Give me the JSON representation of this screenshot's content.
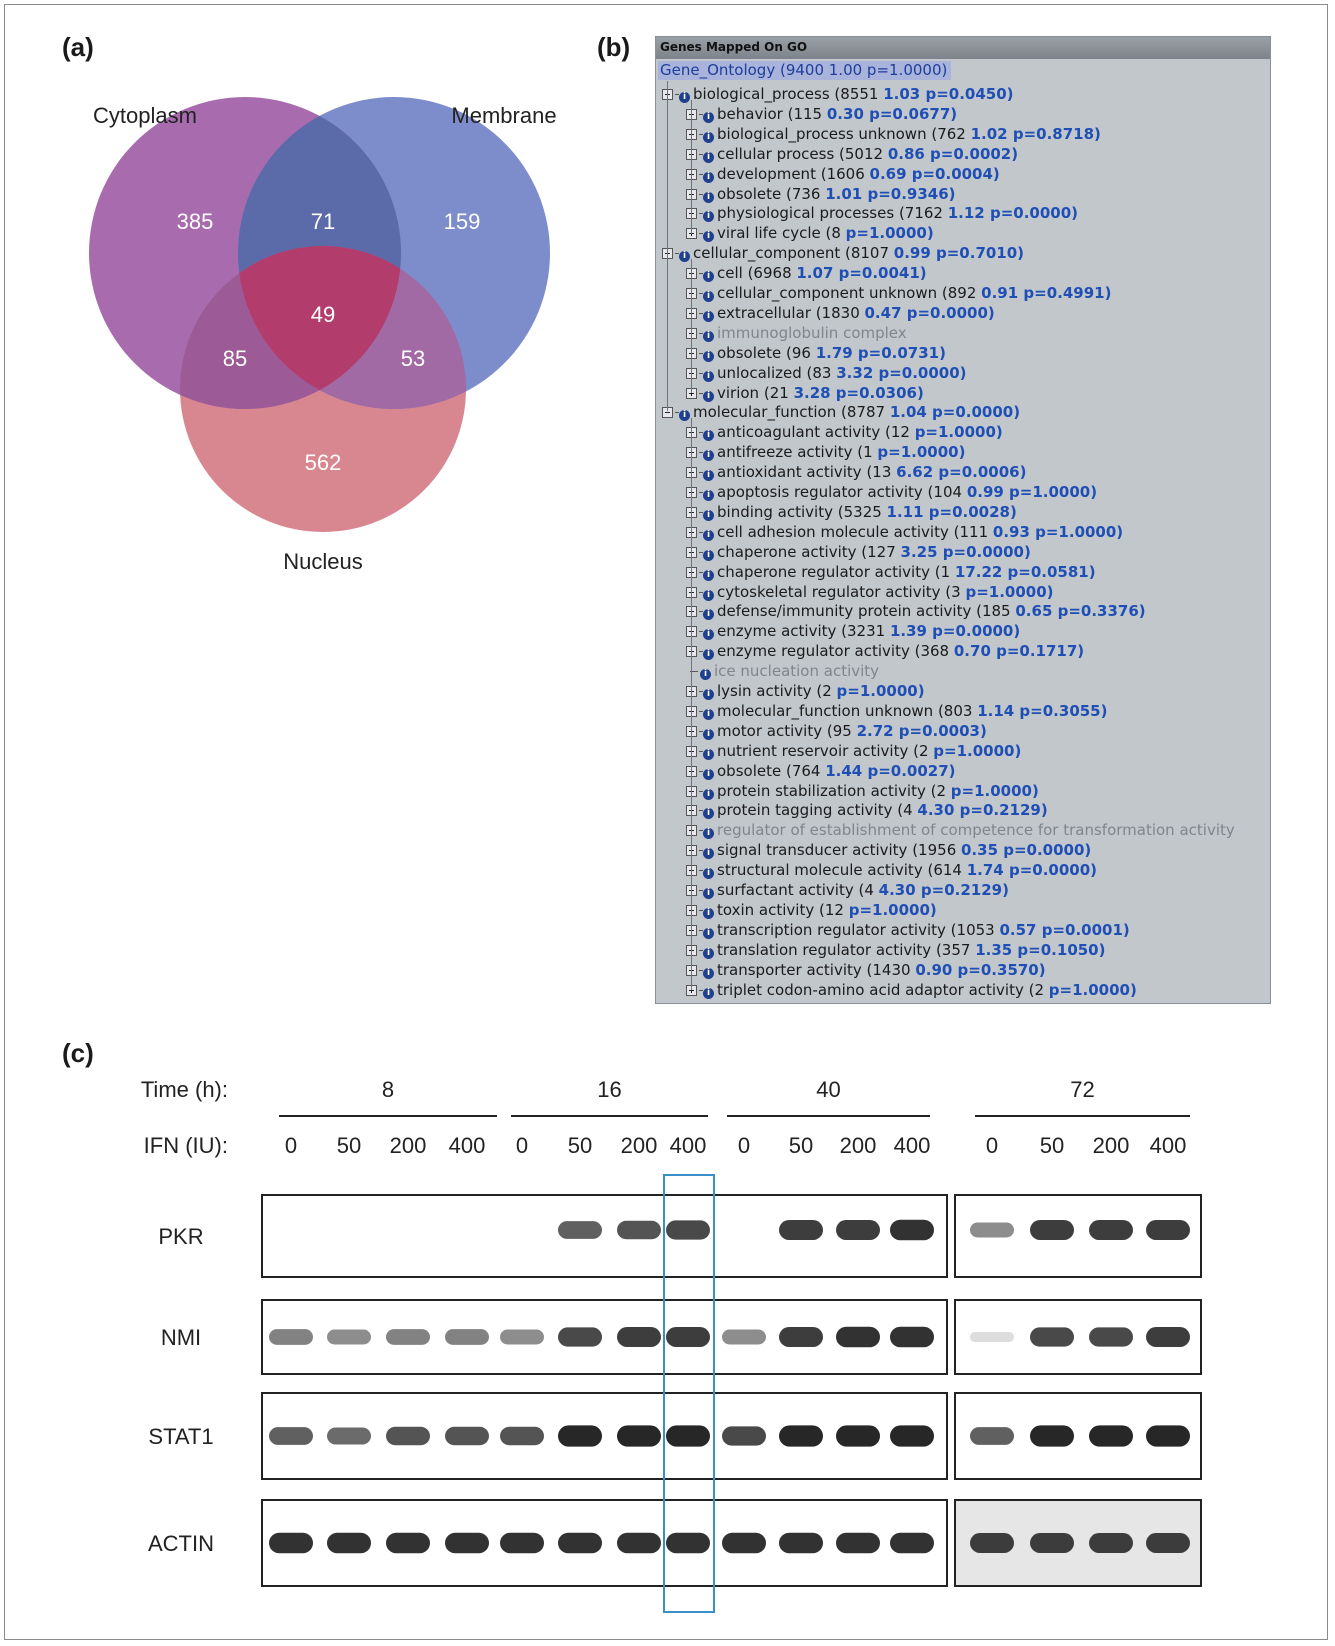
{
  "panels": {
    "a": "(a)",
    "b": "(b)",
    "c": "(c)"
  },
  "venn": {
    "labels": {
      "cytoplasm": "Cytoplasm",
      "membrane": "Membrane",
      "nucleus": "Nucleus"
    },
    "counts": {
      "cytoplasm_only": "385",
      "membrane_only": "159",
      "nucleus_only": "562",
      "cyto_membrane": "71",
      "cyto_nucleus": "85",
      "membrane_nucleus": "53",
      "all_three": "49"
    },
    "colors": {
      "cytoplasm": "#9b4d9e",
      "membrane": "#7587c7",
      "nucleus": "#d4707c"
    }
  },
  "go": {
    "header": "Genes Mapped On GO",
    "root": "Gene_Ontology (9400 1.00 p=1.0000)",
    "rows": [
      {
        "lvl": 1,
        "exp": "minus",
        "name": "biological_process",
        "num": "(8551",
        "stat": "1.03 p=0.0450)"
      },
      {
        "lvl": 2,
        "exp": "plus",
        "name": "behavior",
        "num": "(115",
        "stat": "0.30 p=0.0677)"
      },
      {
        "lvl": 2,
        "exp": "plus",
        "name": "biological_process unknown",
        "num": "(762",
        "stat": "1.02 p=0.8718)"
      },
      {
        "lvl": 2,
        "exp": "plus",
        "name": "cellular process",
        "num": "(5012",
        "stat": "0.86 p=0.0002)"
      },
      {
        "lvl": 2,
        "exp": "plus",
        "name": "development",
        "num": "(1606",
        "stat": "0.69 p=0.0004)"
      },
      {
        "lvl": 2,
        "exp": "plus",
        "name": "obsolete",
        "num": "(736",
        "stat": "1.01 p=0.9346)"
      },
      {
        "lvl": 2,
        "exp": "plus",
        "name": "physiological processes",
        "num": "(7162",
        "stat": "1.12 p=0.0000)"
      },
      {
        "lvl": 2,
        "exp": "plus",
        "name": "viral life cycle",
        "num": "(8",
        "stat": "p=1.0000)"
      },
      {
        "lvl": 1,
        "exp": "minus",
        "name": "cellular_component",
        "num": "(8107",
        "stat": "0.99 p=0.7010)"
      },
      {
        "lvl": 2,
        "exp": "plus",
        "name": "cell",
        "num": "(6968",
        "stat": "1.07 p=0.0041)"
      },
      {
        "lvl": 2,
        "exp": "plus",
        "name": "cellular_component unknown",
        "num": "(892",
        "stat": "0.91 p=0.4991)"
      },
      {
        "lvl": 2,
        "exp": "plus",
        "name": "extracellular",
        "num": "(1830",
        "stat": "0.47 p=0.0000)"
      },
      {
        "lvl": 2,
        "exp": "plus",
        "name": "immunoglobulin complex",
        "num": "",
        "stat": "",
        "grey": true
      },
      {
        "lvl": 2,
        "exp": "plus",
        "name": "obsolete",
        "num": "(96",
        "stat": "1.79 p=0.0731)"
      },
      {
        "lvl": 2,
        "exp": "plus",
        "name": "unlocalized",
        "num": "(83",
        "stat": "3.32 p=0.0000)"
      },
      {
        "lvl": 2,
        "exp": "plus",
        "name": "virion",
        "num": "(21",
        "stat": "3.28 p=0.0306)"
      },
      {
        "lvl": 1,
        "exp": "minus",
        "name": "molecular_function",
        "num": "(8787",
        "stat": "1.04 p=0.0000)"
      },
      {
        "lvl": 2,
        "exp": "plus",
        "name": "anticoagulant activity",
        "num": "(12",
        "stat": "p=1.0000)"
      },
      {
        "lvl": 2,
        "exp": "plus",
        "name": "antifreeze activity",
        "num": "(1",
        "stat": "p=1.0000)"
      },
      {
        "lvl": 2,
        "exp": "plus",
        "name": "antioxidant activity",
        "num": "(13",
        "stat": "6.62 p=0.0006)"
      },
      {
        "lvl": 2,
        "exp": "plus",
        "name": "apoptosis regulator activity",
        "num": "(104",
        "stat": "0.99 p=1.0000)"
      },
      {
        "lvl": 2,
        "exp": "plus",
        "name": "binding activity",
        "num": "(5325",
        "stat": "1.11 p=0.0028)"
      },
      {
        "lvl": 2,
        "exp": "plus",
        "name": "cell adhesion molecule activity",
        "num": "(111",
        "stat": "0.93 p=1.0000)"
      },
      {
        "lvl": 2,
        "exp": "plus",
        "name": "chaperone activity",
        "num": "(127",
        "stat": "3.25 p=0.0000)"
      },
      {
        "lvl": 2,
        "exp": "plus",
        "name": "chaperone regulator activity",
        "num": "(1",
        "stat": "17.22 p=0.0581)"
      },
      {
        "lvl": 2,
        "exp": "plus",
        "name": "cytoskeletal regulator activity",
        "num": "(3",
        "stat": "p=1.0000)"
      },
      {
        "lvl": 2,
        "exp": "plus",
        "name": "defense/immunity protein activity",
        "num": "(185",
        "stat": "0.65 p=0.3376)"
      },
      {
        "lvl": 2,
        "exp": "plus",
        "name": "enzyme activity",
        "num": "(3231",
        "stat": "1.39 p=0.0000)"
      },
      {
        "lvl": 2,
        "exp": "plus",
        "name": "enzyme regulator activity",
        "num": "(368",
        "stat": "0.70 p=0.1717)"
      },
      {
        "lvl": 2,
        "exp": "none",
        "name": "ice nucleation activity",
        "num": "",
        "stat": "",
        "grey": true
      },
      {
        "lvl": 2,
        "exp": "plus",
        "name": "lysin activity",
        "num": "(2",
        "stat": "p=1.0000)"
      },
      {
        "lvl": 2,
        "exp": "plus",
        "name": "molecular_function unknown",
        "num": "(803",
        "stat": "1.14 p=0.3055)"
      },
      {
        "lvl": 2,
        "exp": "plus",
        "name": "motor activity",
        "num": "(95",
        "stat": "2.72 p=0.0003)"
      },
      {
        "lvl": 2,
        "exp": "plus",
        "name": "nutrient reservoir activity",
        "num": "(2",
        "stat": "p=1.0000)"
      },
      {
        "lvl": 2,
        "exp": "plus",
        "name": "obsolete",
        "num": "(764",
        "stat": "1.44 p=0.0027)"
      },
      {
        "lvl": 2,
        "exp": "plus",
        "name": "protein stabilization activity",
        "num": "(2",
        "stat": "p=1.0000)"
      },
      {
        "lvl": 2,
        "exp": "plus",
        "name": "protein tagging activity",
        "num": "(4",
        "stat": "4.30 p=0.2129)"
      },
      {
        "lvl": 2,
        "exp": "plus",
        "name": "regulator of establishment of competence for transformation activity",
        "num": "",
        "stat": "",
        "grey": true
      },
      {
        "lvl": 2,
        "exp": "plus",
        "name": "signal transducer activity",
        "num": "(1956",
        "stat": "0.35 p=0.0000)"
      },
      {
        "lvl": 2,
        "exp": "plus",
        "name": "structural molecule activity",
        "num": "(614",
        "stat": "1.74 p=0.0000)"
      },
      {
        "lvl": 2,
        "exp": "plus",
        "name": "surfactant activity",
        "num": "(4",
        "stat": "4.30 p=0.2129)"
      },
      {
        "lvl": 2,
        "exp": "plus",
        "name": "toxin activity",
        "num": "(12",
        "stat": "p=1.0000)"
      },
      {
        "lvl": 2,
        "exp": "plus",
        "name": "transcription regulator activity",
        "num": "(1053",
        "stat": "0.57 p=0.0001)"
      },
      {
        "lvl": 2,
        "exp": "plus",
        "name": "translation regulator activity",
        "num": "(357",
        "stat": "1.35 p=0.1050)"
      },
      {
        "lvl": 2,
        "exp": "plus",
        "name": "transporter activity",
        "num": "(1430",
        "stat": "0.90 p=0.3570)"
      },
      {
        "lvl": 2,
        "exp": "plus",
        "name": "triplet codon-amino acid adaptor activity",
        "num": "(2",
        "stat": "p=1.0000)"
      }
    ]
  },
  "blot": {
    "time_label": "Time (h):",
    "ifn_label": "IFN (IU):",
    "times": [
      "8",
      "16",
      "40",
      "72"
    ],
    "doses": [
      "0",
      "50",
      "200",
      "400"
    ],
    "proteins": [
      "PKR",
      "NMI",
      "STAT1",
      "ACTIN"
    ],
    "highlight_color": "#3a8fc9",
    "band_intensity": {
      "PKR": [
        [
          0,
          0,
          0,
          0
        ],
        [
          0,
          0.7,
          0.75,
          0.8
        ],
        [
          0,
          0.85,
          0.85,
          0.9
        ],
        [
          0.5,
          0.85,
          0.85,
          0.85
        ]
      ],
      "NMI": [
        [
          0.55,
          0.5,
          0.55,
          0.55
        ],
        [
          0.5,
          0.8,
          0.85,
          0.85
        ],
        [
          0.5,
          0.85,
          0.9,
          0.9
        ],
        [
          0.15,
          0.8,
          0.8,
          0.85
        ]
      ],
      "STAT1": [
        [
          0.7,
          0.65,
          0.75,
          0.75
        ],
        [
          0.75,
          0.95,
          0.95,
          0.95
        ],
        [
          0.8,
          0.95,
          0.95,
          0.95
        ],
        [
          0.7,
          0.95,
          0.95,
          0.95
        ]
      ],
      "ACTIN": [
        [
          0.9,
          0.9,
          0.9,
          0.9
        ],
        [
          0.9,
          0.9,
          0.9,
          0.9
        ],
        [
          0.9,
          0.9,
          0.9,
          0.9
        ],
        [
          0.85,
          0.85,
          0.85,
          0.85
        ]
      ]
    }
  }
}
